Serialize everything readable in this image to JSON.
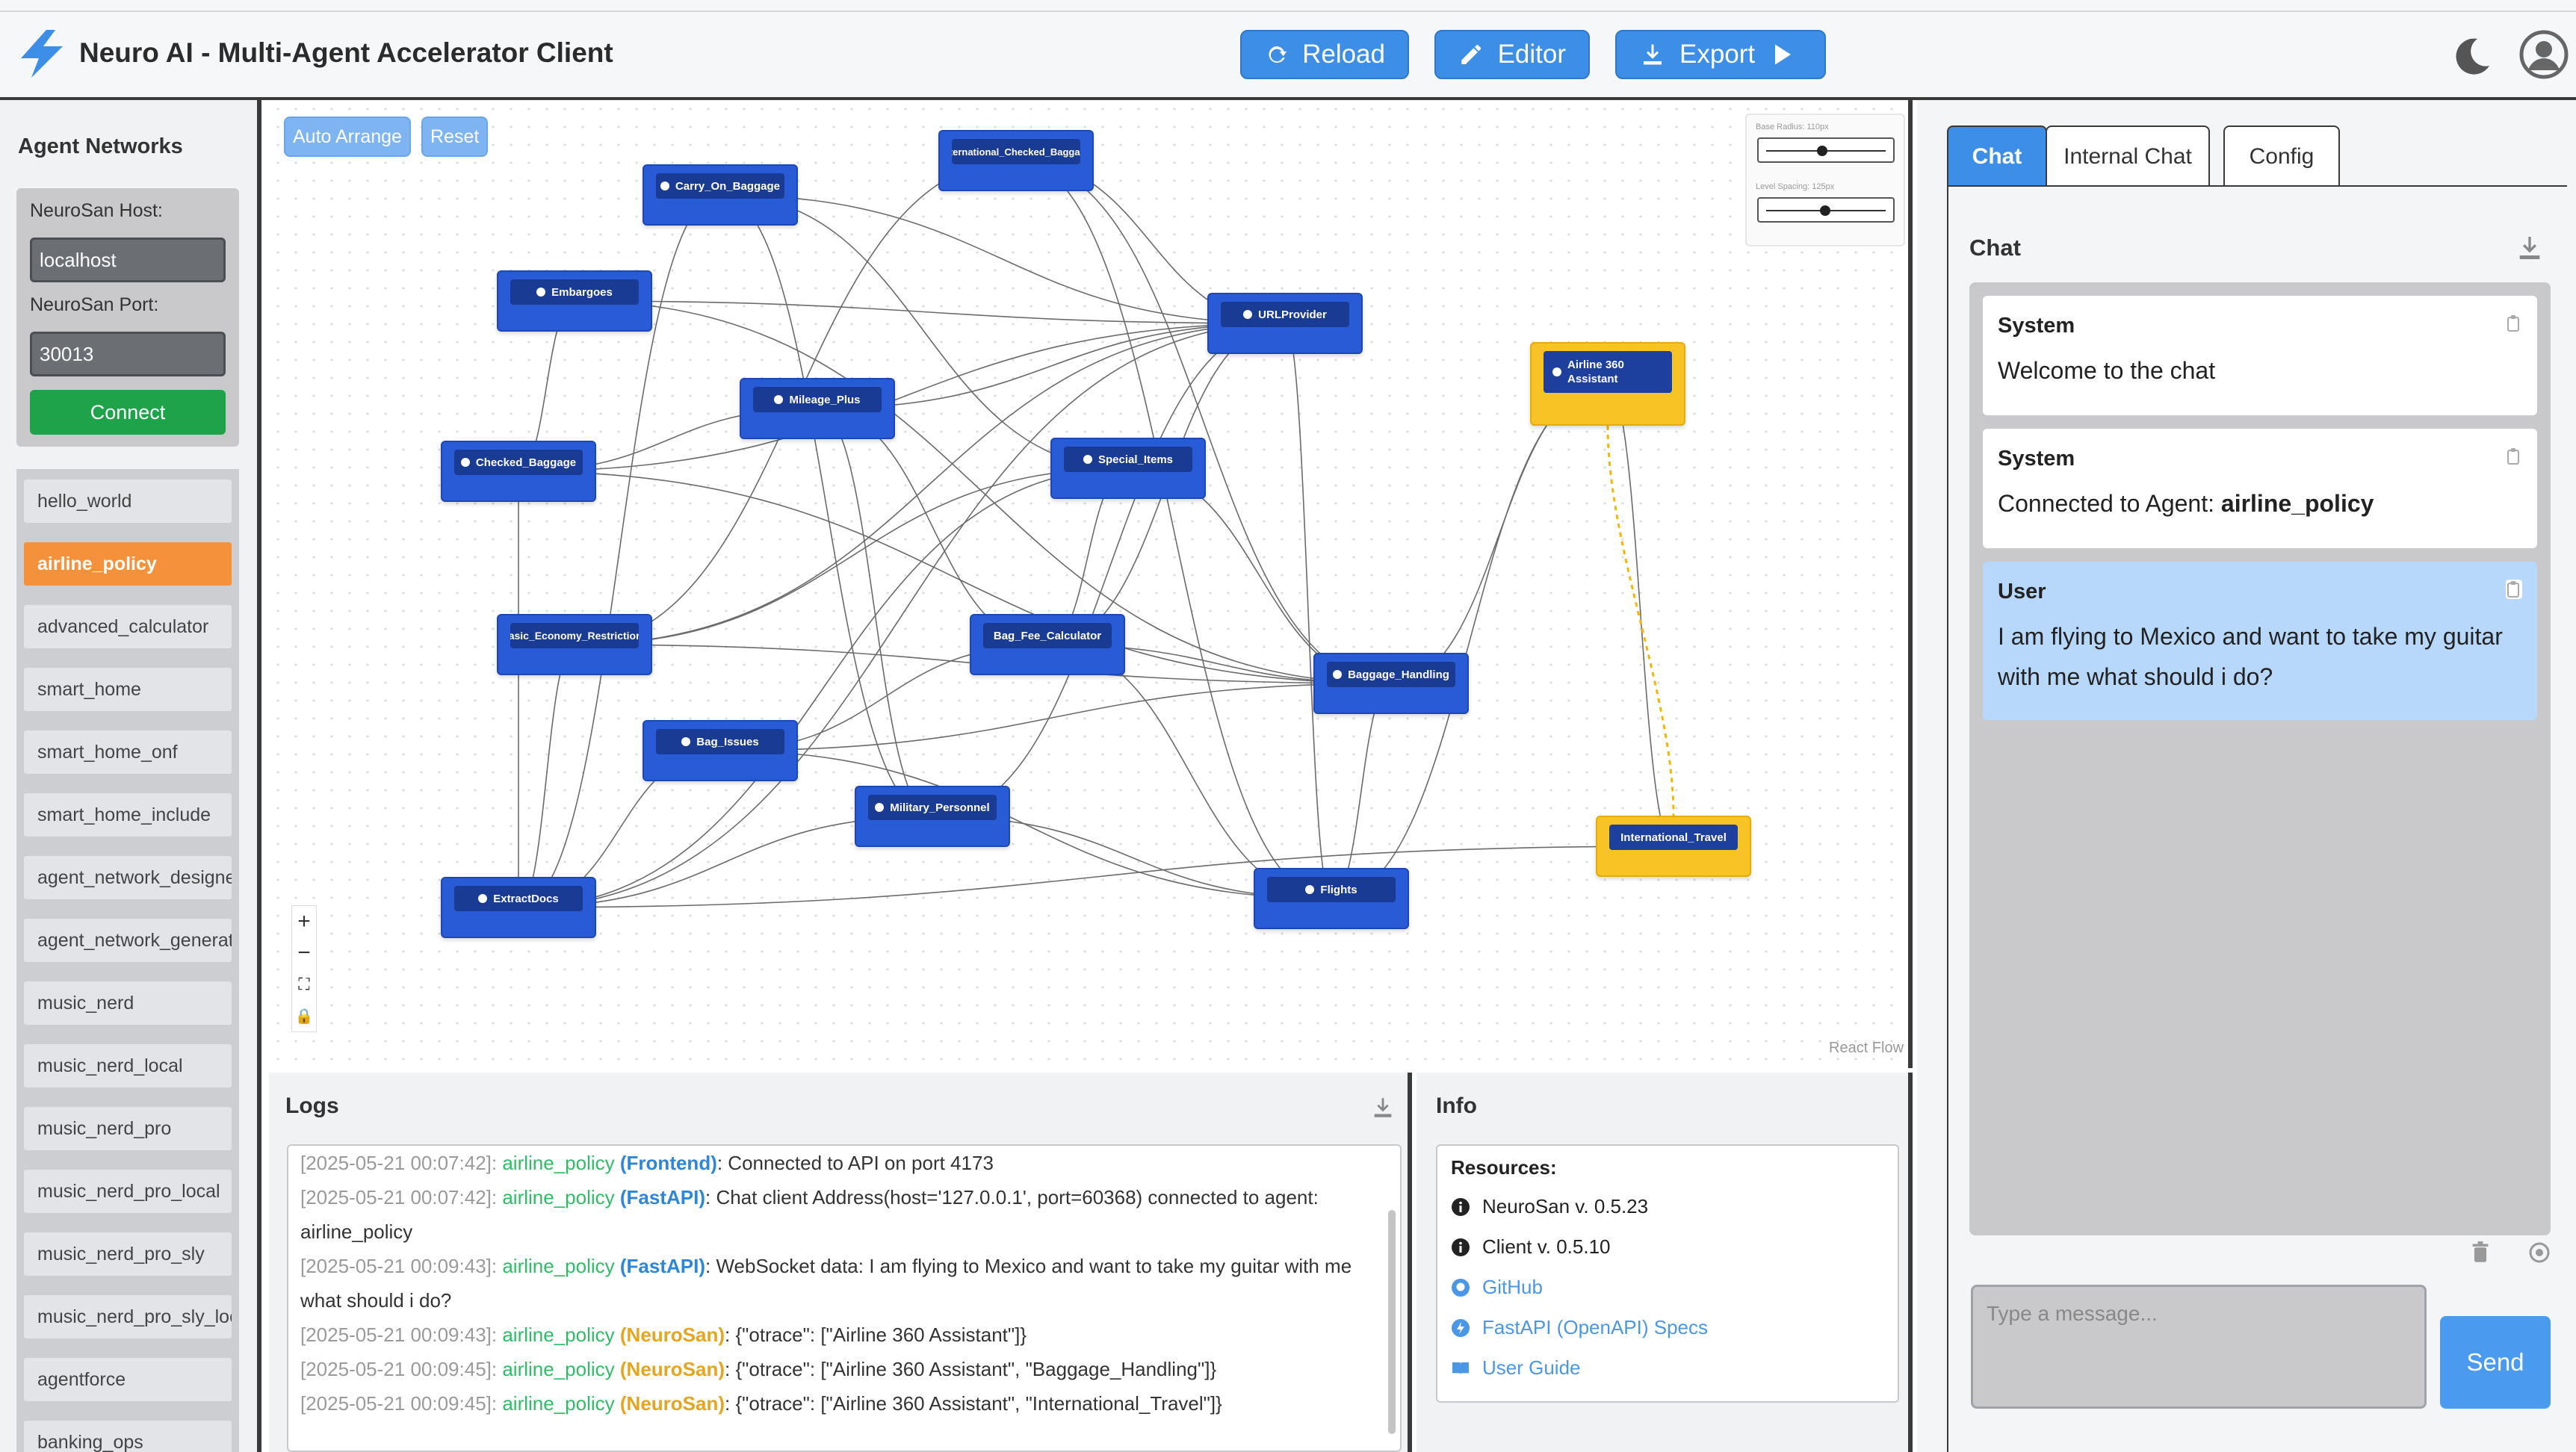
{
  "header": {
    "title": "Neuro AI - Multi-Agent Accelerator Client",
    "buttons": {
      "reload": "Reload",
      "editor": "Editor",
      "export": "Export"
    }
  },
  "sidebar": {
    "title": "Agent Networks",
    "host_label": "NeuroSan Host:",
    "host_value": "localhost",
    "port_label": "NeuroSan Port:",
    "port_value": "30013",
    "connect_label": "Connect",
    "networks": [
      "hello_world",
      "airline_policy",
      "advanced_calculator",
      "smart_home",
      "smart_home_onf",
      "smart_home_include",
      "agent_network_designer",
      "agent_network_generator",
      "music_nerd",
      "music_nerd_local",
      "music_nerd_pro",
      "music_nerd_pro_local",
      "music_nerd_pro_sly",
      "music_nerd_pro_sly_local",
      "agentforce",
      "banking_ops"
    ],
    "active": "airline_policy"
  },
  "canvas": {
    "auto_arrange": "Auto Arrange",
    "reset": "Reset",
    "base_radius_label": "Base Radius: 110px",
    "level_spacing_label": "Level Spacing: 125px",
    "base_radius_level": 0.45,
    "level_spacing_level": 0.48,
    "attribution": "React Flow",
    "nodes": [
      {
        "id": "International_Checked_Baggage",
        "label": "International_Checked_Baggage"
      },
      {
        "id": "Carry_On_Baggage",
        "label": "Carry_On_Baggage"
      },
      {
        "id": "Embargoes",
        "label": "Embargoes"
      },
      {
        "id": "URLProvider",
        "label": "URLProvider"
      },
      {
        "id": "Airline_360_Assistant",
        "label": "Airline 360 Assistant"
      },
      {
        "id": "Mileage_Plus",
        "label": "Mileage_Plus"
      },
      {
        "id": "Checked_Baggage",
        "label": "Checked_Baggage"
      },
      {
        "id": "Special_Items",
        "label": "Special_Items"
      },
      {
        "id": "Basic_Economy_Restrictions",
        "label": "Basic_Economy_Restrictions"
      },
      {
        "id": "Bag_Fee_Calculator",
        "label": "Bag_Fee_Calculator"
      },
      {
        "id": "Baggage_Handling",
        "label": "Baggage_Handling"
      },
      {
        "id": "Bag_Issues",
        "label": "Bag_Issues"
      },
      {
        "id": "Military_Personnel",
        "label": "Military_Personnel"
      },
      {
        "id": "International_Travel",
        "label": "International_Travel"
      },
      {
        "id": "ExtractDocs",
        "label": "ExtractDocs"
      },
      {
        "id": "Flights",
        "label": "Flights"
      }
    ]
  },
  "logs": {
    "title": "Logs",
    "lines": [
      {
        "ts": "[2025-05-21 00:07:42]:",
        "agent": "airline_policy",
        "src": "(Frontend)",
        "cls": "fe",
        "msg": ": Connected to API on port 4173"
      },
      {
        "ts": "[2025-05-21 00:07:42]:",
        "agent": "airline_policy",
        "src": "(FastAPI)",
        "cls": "fa",
        "msg": ": Chat client Address(host='127.0.0.1', port=60368) connected to agent: airline_policy"
      },
      {
        "ts": "[2025-05-21 00:09:43]:",
        "agent": "airline_policy",
        "src": "(FastAPI)",
        "cls": "fa",
        "msg": ": WebSocket data: I am flying to Mexico and want to take my guitar with me what should i do?"
      },
      {
        "ts": "[2025-05-21 00:09:43]:",
        "agent": "airline_policy",
        "src": "(NeuroSan)",
        "cls": "ns",
        "msg": ": {\"otrace\": [\"Airline 360 Assistant\"]}"
      },
      {
        "ts": "[2025-05-21 00:09:45]:",
        "agent": "airline_policy",
        "src": "(NeuroSan)",
        "cls": "ns",
        "msg": ": {\"otrace\": [\"Airline 360 Assistant\", \"Baggage_Handling\"]}"
      },
      {
        "ts": "[2025-05-21 00:09:45]:",
        "agent": "airline_policy",
        "src": "(NeuroSan)",
        "cls": "ns",
        "msg": ": {\"otrace\": [\"Airline 360 Assistant\", \"International_Travel\"]}"
      }
    ]
  },
  "info": {
    "title": "Info",
    "resources_label": "Resources:",
    "neurosan_version": "NeuroSan v. 0.5.23",
    "client_version": "Client v. 0.5.10",
    "github": "GitHub",
    "fastapi_specs": "FastAPI (OpenAPI) Specs",
    "user_guide": "User Guide"
  },
  "chat": {
    "tabs": [
      "Chat",
      "Internal Chat",
      "Config"
    ],
    "active_tab": "Chat",
    "title": "Chat",
    "messages": [
      {
        "role": "System",
        "text": "Welcome to the chat"
      },
      {
        "role": "System",
        "text_prefix": "Connected to Agent: ",
        "text_bold": "airline_policy"
      },
      {
        "role": "User",
        "text": "I am flying to Mexico and want to take my guitar with me what should i do?"
      }
    ],
    "input_placeholder": "Type a message...",
    "send_label": "Send"
  },
  "colors": {
    "accent": "#3d8ee6",
    "node_blue": "#2a5bd7",
    "node_yellow": "#f7c325",
    "active_network": "#f5913a",
    "connect_green": "#1fa34a",
    "user_bubble": "#b7d8fb"
  }
}
